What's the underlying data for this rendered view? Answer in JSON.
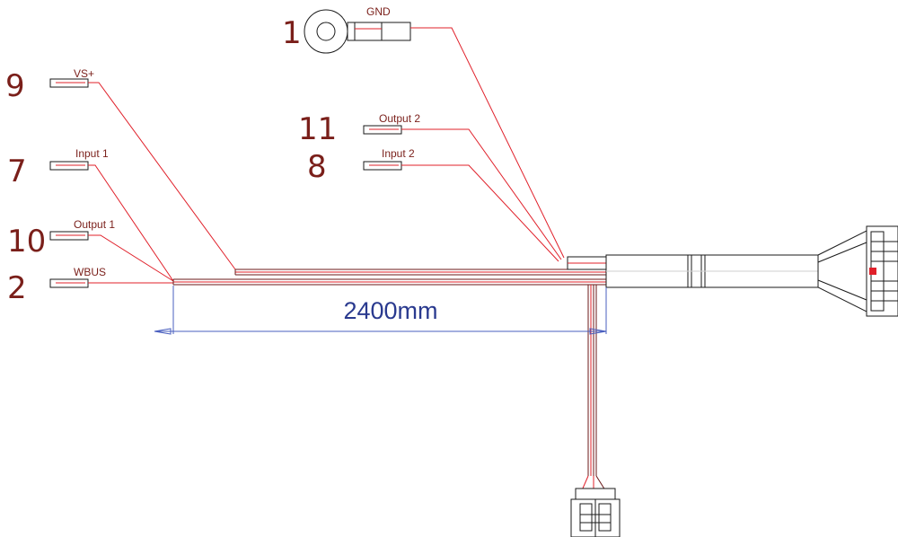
{
  "pins": [
    {
      "number": "1",
      "label": "GND"
    },
    {
      "number": "9",
      "label": "VS+"
    },
    {
      "number": "11",
      "label": "Output 2"
    },
    {
      "number": "8",
      "label": "Input 2"
    },
    {
      "number": "7",
      "label": "Input 1"
    },
    {
      "number": "10",
      "label": "Output 1"
    },
    {
      "number": "2",
      "label": "WBUS"
    }
  ],
  "dimension": {
    "length": "2400mm"
  },
  "colors": {
    "wire": "#e0202a",
    "text": "#7a1f1a",
    "dimension": "#2a3a8f"
  }
}
